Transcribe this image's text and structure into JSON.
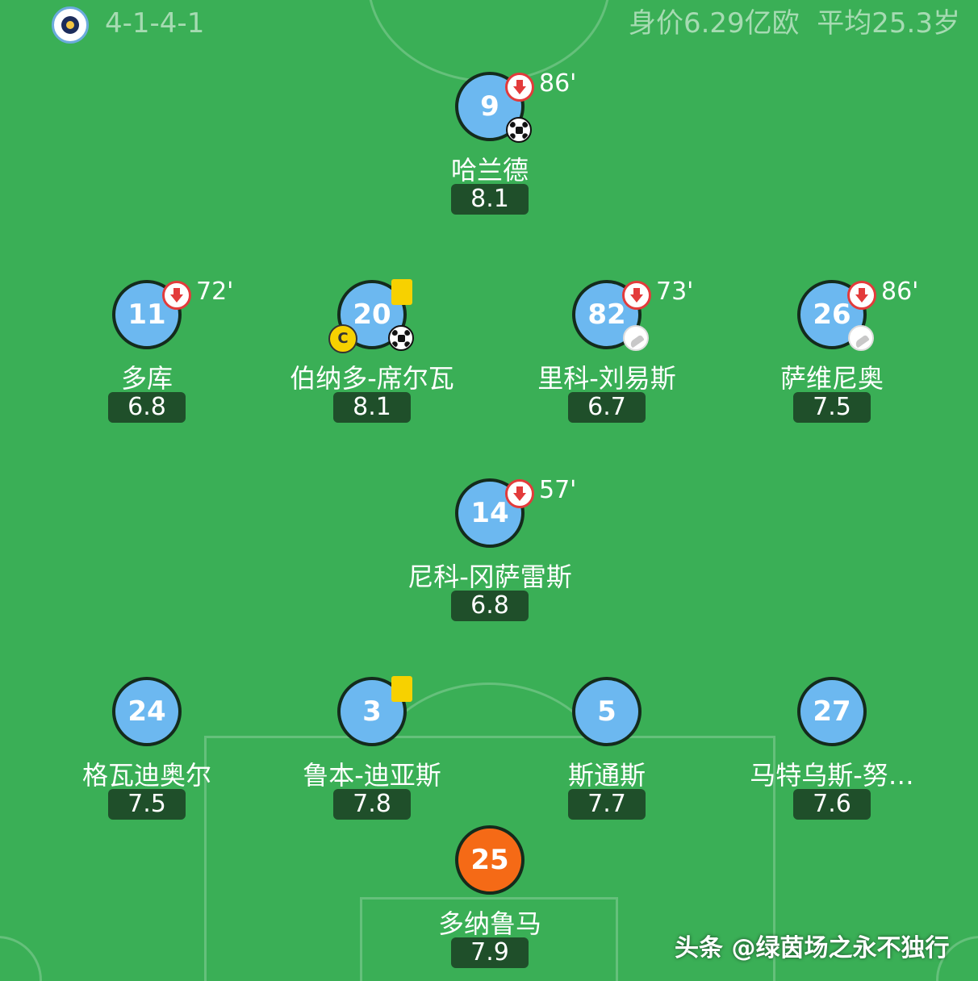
{
  "header": {
    "formation": "4-1-4-1",
    "team_stats": "身价6.29亿欧  平均25.3岁"
  },
  "players": {
    "p9": {
      "number": "9",
      "name": "哈兰德",
      "rating": "8.1",
      "sub_time": "86'"
    },
    "p11": {
      "number": "11",
      "name": "多库",
      "rating": "6.8",
      "sub_time": "72'"
    },
    "p20": {
      "number": "20",
      "name": "伯纳多-席尔瓦",
      "rating": "8.1",
      "captain": "C"
    },
    "p82": {
      "number": "82",
      "name": "里科-刘易斯",
      "rating": "6.7",
      "sub_time": "73'"
    },
    "p26": {
      "number": "26",
      "name": "萨维尼奥",
      "rating": "7.5",
      "sub_time": "86'"
    },
    "p14": {
      "number": "14",
      "name": "尼科-冈萨雷斯",
      "rating": "6.8",
      "sub_time": "57'"
    },
    "p24": {
      "number": "24",
      "name": "格瓦迪奥尔",
      "rating": "7.5"
    },
    "p3": {
      "number": "3",
      "name": "鲁本-迪亚斯",
      "rating": "7.8"
    },
    "p5": {
      "number": "5",
      "name": "斯通斯",
      "rating": "7.7"
    },
    "p27": {
      "number": "27",
      "name": "马特乌斯-努…",
      "rating": "7.6"
    },
    "p25": {
      "number": "25",
      "name": "多纳鲁马",
      "rating": "7.9"
    }
  },
  "icons": {
    "club_logo": "club-crest-icon",
    "substitution": "sub-off-arrow-icon",
    "goal": "football-icon",
    "assist": "boot-icon",
    "yellow_card": "yellow-card-icon",
    "captain": "captain-badge-icon"
  },
  "colors": {
    "pitch": "#3aaf56",
    "outfield_shirt": "#6cb8f0",
    "goalkeeper_shirt": "#f56a16",
    "rating_bg": "#1f4f2a",
    "sub_arrow": "#e33b3b",
    "yellow_card": "#f7d100"
  },
  "watermark": "头条 @绿茵场之永不独行"
}
